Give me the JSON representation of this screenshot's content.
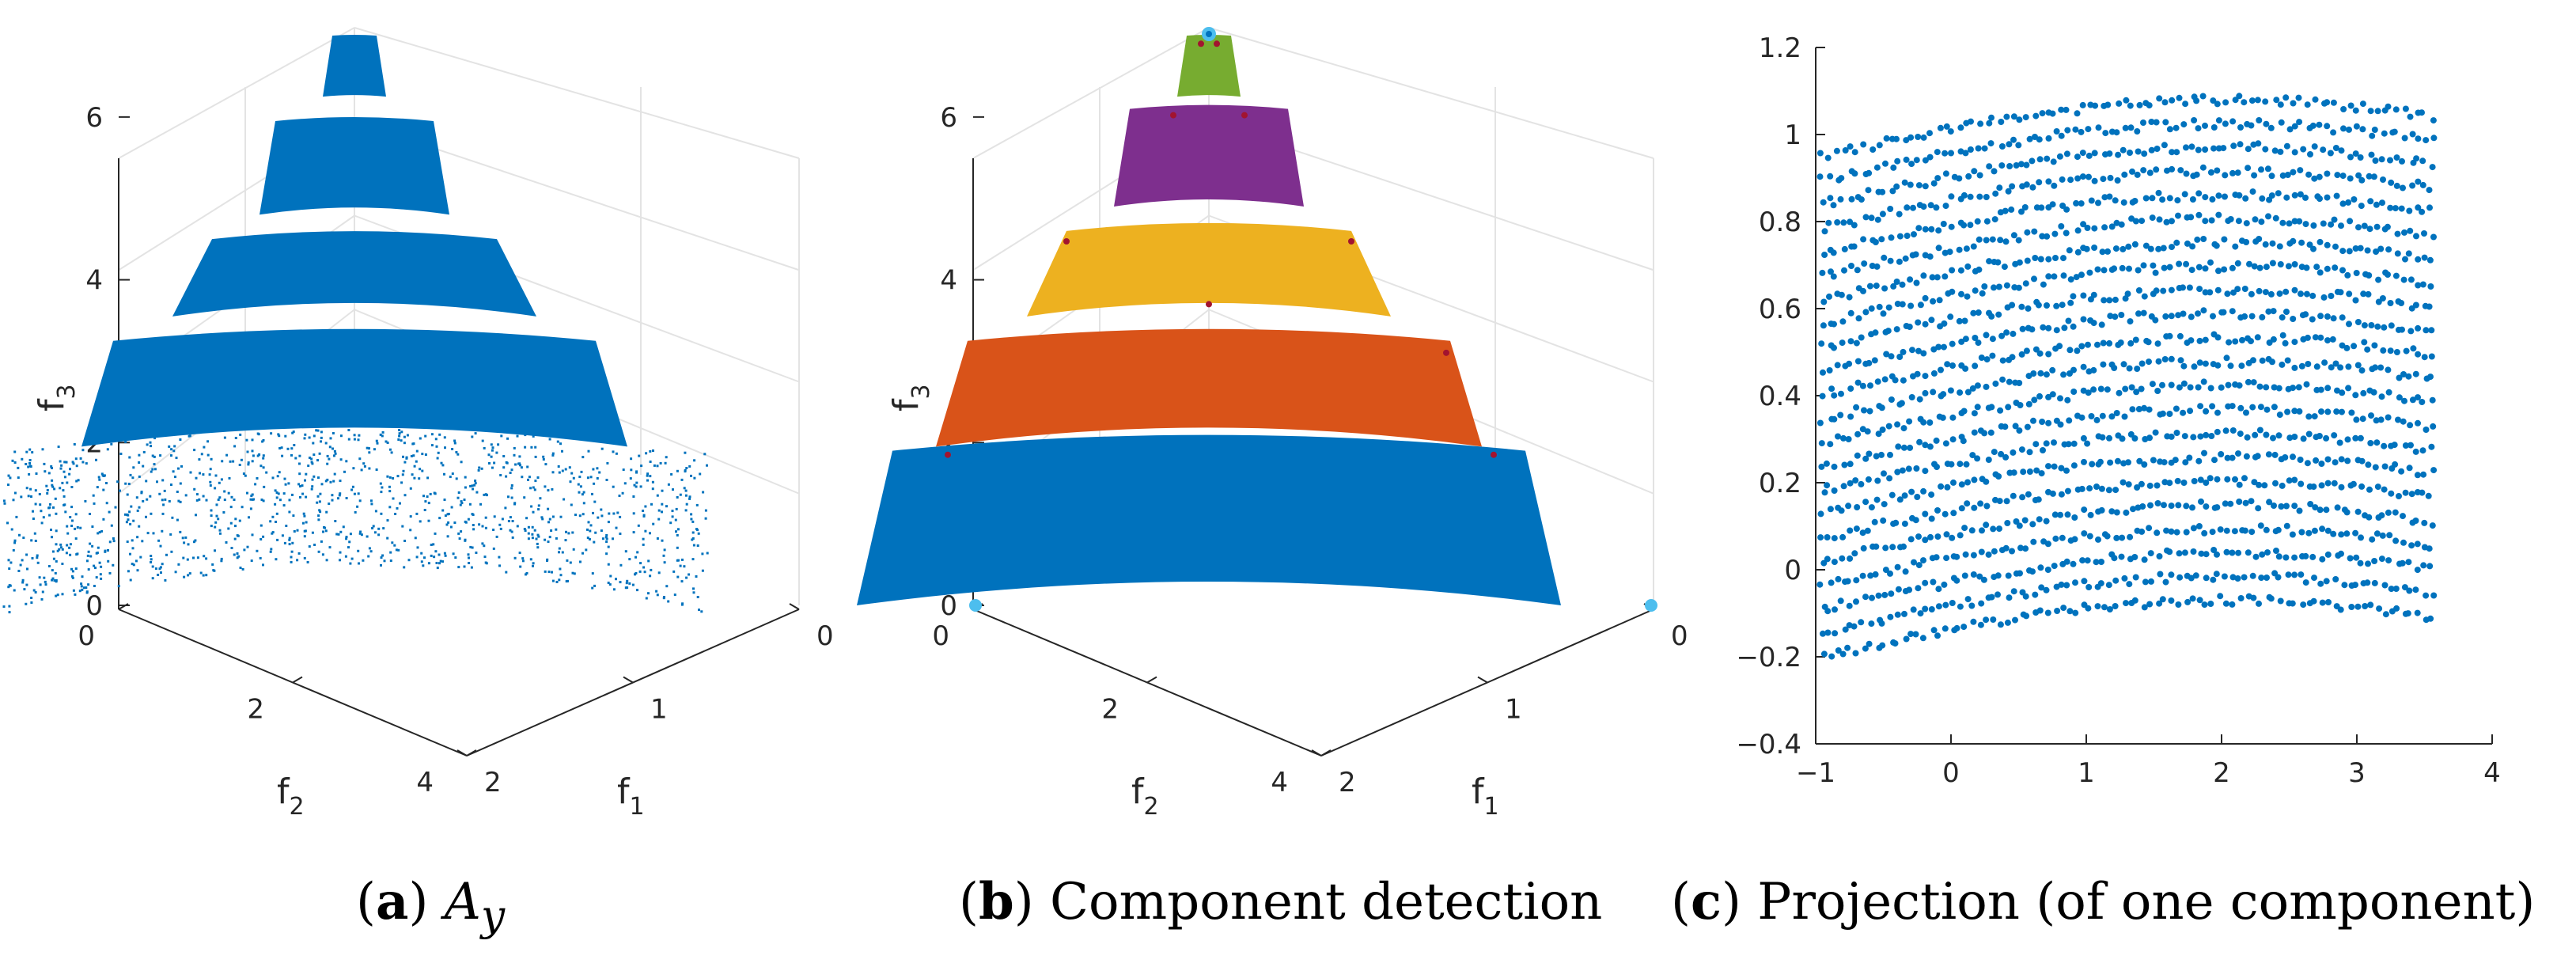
{
  "chart_data": [
    {
      "type": "scatter",
      "projection": "3d",
      "caption": {
        "letter": "a",
        "text": "A",
        "sub": "y"
      },
      "axes": {
        "x": "f",
        "x_sub": "1",
        "y": "f",
        "y_sub": "2",
        "z": "f",
        "z_sub": "3"
      },
      "ticks": {
        "z": [
          "0",
          "2",
          "4",
          "6"
        ],
        "x": [
          "0",
          "1",
          "2"
        ],
        "y": [
          "0",
          "2",
          "4"
        ]
      },
      "zlim": [
        0,
        7
      ],
      "color": "#0072BD",
      "layers": [
        {
          "z_range": [
            0,
            1.9
          ]
        },
        {
          "z_range": [
            1.95,
            3.25
          ]
        },
        {
          "z_range": [
            3.55,
            4.5
          ]
        },
        {
          "z_range": [
            4.8,
            5.95
          ]
        },
        {
          "z_range": [
            6.25,
            7.0
          ]
        }
      ]
    },
    {
      "type": "scatter",
      "projection": "3d",
      "caption": {
        "letter": "b",
        "text": "Component detection"
      },
      "axes": {
        "x": "f",
        "x_sub": "1",
        "y": "f",
        "y_sub": "2",
        "z": "f",
        "z_sub": "3"
      },
      "ticks": {
        "z": [
          "0",
          "2",
          "4",
          "6"
        ],
        "x": [
          "0",
          "1",
          "2"
        ],
        "y": [
          "0",
          "2",
          "4"
        ]
      },
      "zlim": [
        0,
        7
      ],
      "components": [
        {
          "color": "#0072BD",
          "z_range": [
            0,
            1.9
          ]
        },
        {
          "color": "#D95319",
          "z_range": [
            1.95,
            3.25
          ]
        },
        {
          "color": "#EDB120",
          "z_range": [
            3.55,
            4.6
          ]
        },
        {
          "color": "#7E2F8E",
          "z_range": [
            4.9,
            6.1
          ]
        },
        {
          "color": "#77AC30",
          "z_range": [
            6.25,
            7.0
          ]
        }
      ]
    },
    {
      "type": "scatter",
      "caption": {
        "letter": "c",
        "text": "Projection (of one component)"
      },
      "xlim": [
        -1,
        4
      ],
      "ylim": [
        -0.4,
        1.2
      ],
      "xticks": [
        "−1",
        "0",
        "1",
        "2",
        "3",
        "4"
      ],
      "yticks": [
        "−0.4",
        "−0.2",
        "0",
        "0.2",
        "0.4",
        "0.6",
        "0.8",
        "1",
        "1.2"
      ],
      "color": "#0072BD",
      "points_description": "dense grid of points arranged in ~22 curved rows, x from about -1 to 3.6, y from about -0.2 to 1.1",
      "x_range": [
        -0.95,
        3.55
      ],
      "row_y_start": [
        -0.2,
        0.95
      ],
      "row_rise": 0.13
    }
  ]
}
